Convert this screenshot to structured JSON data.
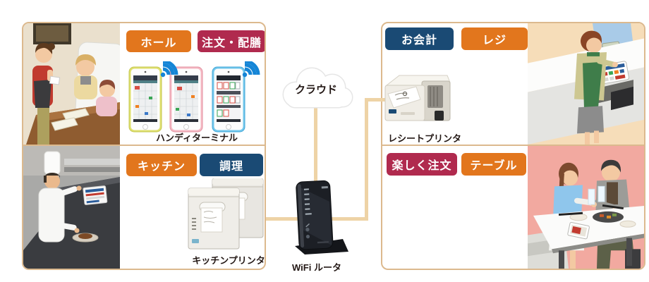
{
  "diagram": {
    "left_box": {
      "hall": {
        "badge_primary": "ホール",
        "badge_secondary": "注文・配膳",
        "device_label": "ハンディターミナル"
      },
      "kitchen": {
        "badge_primary": "キッチン",
        "badge_secondary": "調理",
        "device_label": "キッチンプリンタ"
      }
    },
    "center": {
      "cloud_label": "クラウド",
      "router_label": "WiFi ルータ"
    },
    "right_box": {
      "checkout": {
        "badge_primary": "お会計",
        "badge_secondary": "レジ",
        "device_label": "レシートプリンタ"
      },
      "table": {
        "badge_primary": "楽しく注文",
        "badge_secondary": "テーブル"
      }
    },
    "colors": {
      "badge_orange": "#e2761d",
      "badge_crimson": "#b02a4e",
      "badge_navy": "#1a4a74",
      "connector_line": "#eed3a6",
      "box_border": "#dcb98e",
      "wifi_blue": "#1585d6"
    }
  }
}
